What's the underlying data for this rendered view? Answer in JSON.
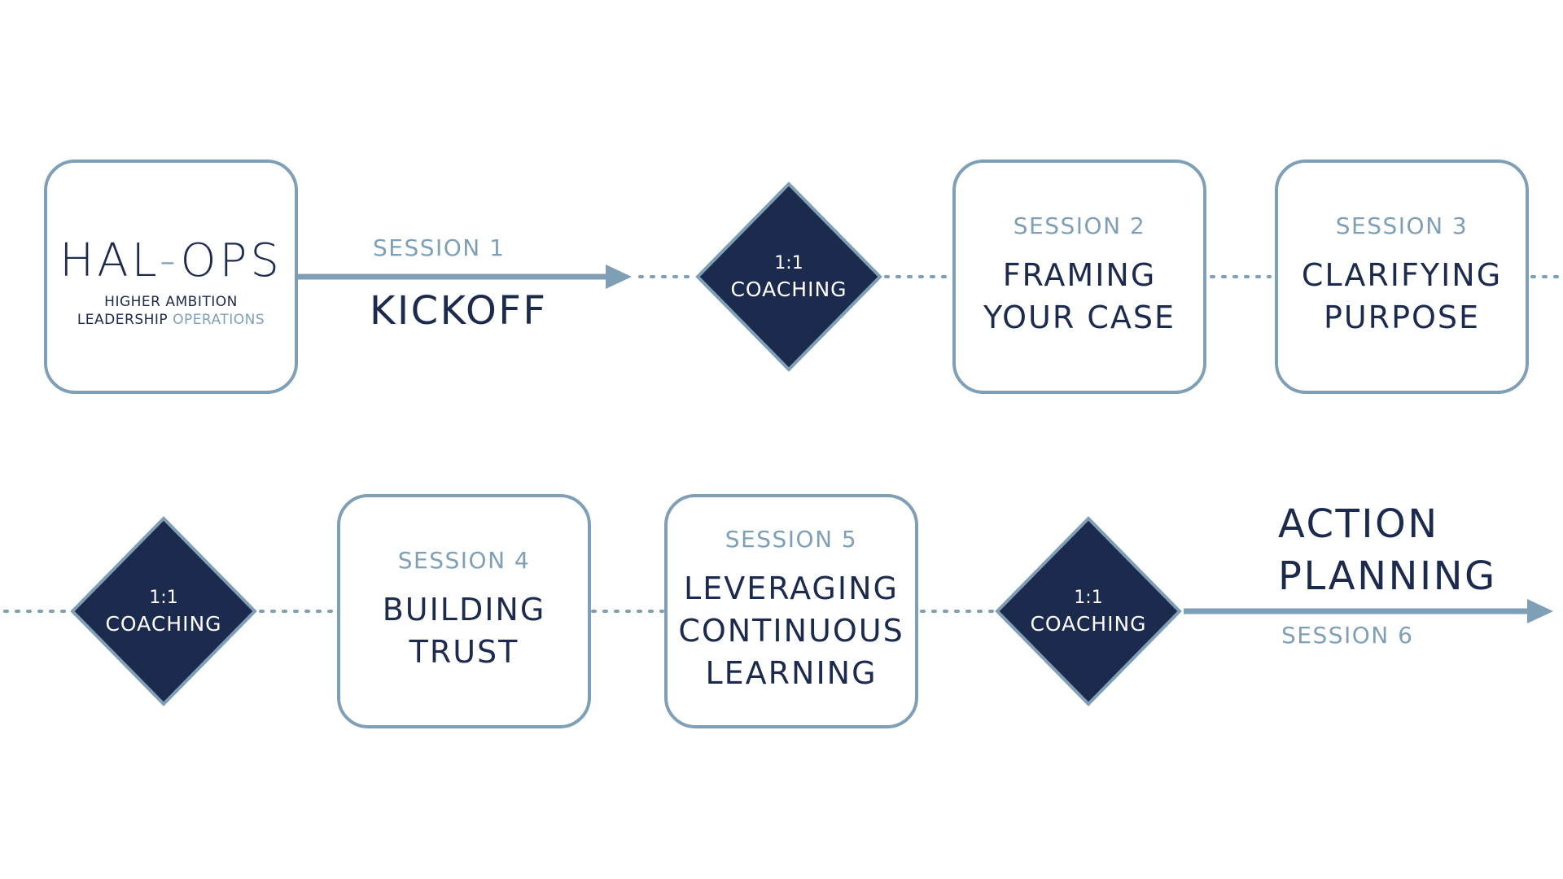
{
  "logo": {
    "title_left": "HAL",
    "title_dash": "-",
    "title_right": "OPS",
    "subtitle_line1": "HIGHER AMBITION",
    "subtitle_line2_a": "LEADERSHIP",
    "subtitle_line2_b": "OPERATIONS"
  },
  "session1": {
    "session": "SESSION 1",
    "title": "KICKOFF"
  },
  "coaching": {
    "line1": "1:1",
    "line2": "COACHING"
  },
  "session2": {
    "session": "SESSION 2",
    "title_line1": "FRAMING",
    "title_line2": "YOUR CASE"
  },
  "session3": {
    "session": "SESSION 3",
    "title_line1": "CLARIFYING",
    "title_line2": "PURPOSE"
  },
  "session4": {
    "session": "SESSION 4",
    "title_line1": "BUILDING",
    "title_line2": "TRUST"
  },
  "session5": {
    "session": "SESSION 5",
    "title_line1": "LEVERAGING",
    "title_line2": "CONTINUOUS",
    "title_line3": "LEARNING"
  },
  "session6": {
    "session": "SESSION 6",
    "title_line1": "ACTION",
    "title_line2": "PLANNING"
  },
  "colors": {
    "navy": "#1c2a4e",
    "steel_blue": "#7f9fb6",
    "background": "#ffffff"
  }
}
